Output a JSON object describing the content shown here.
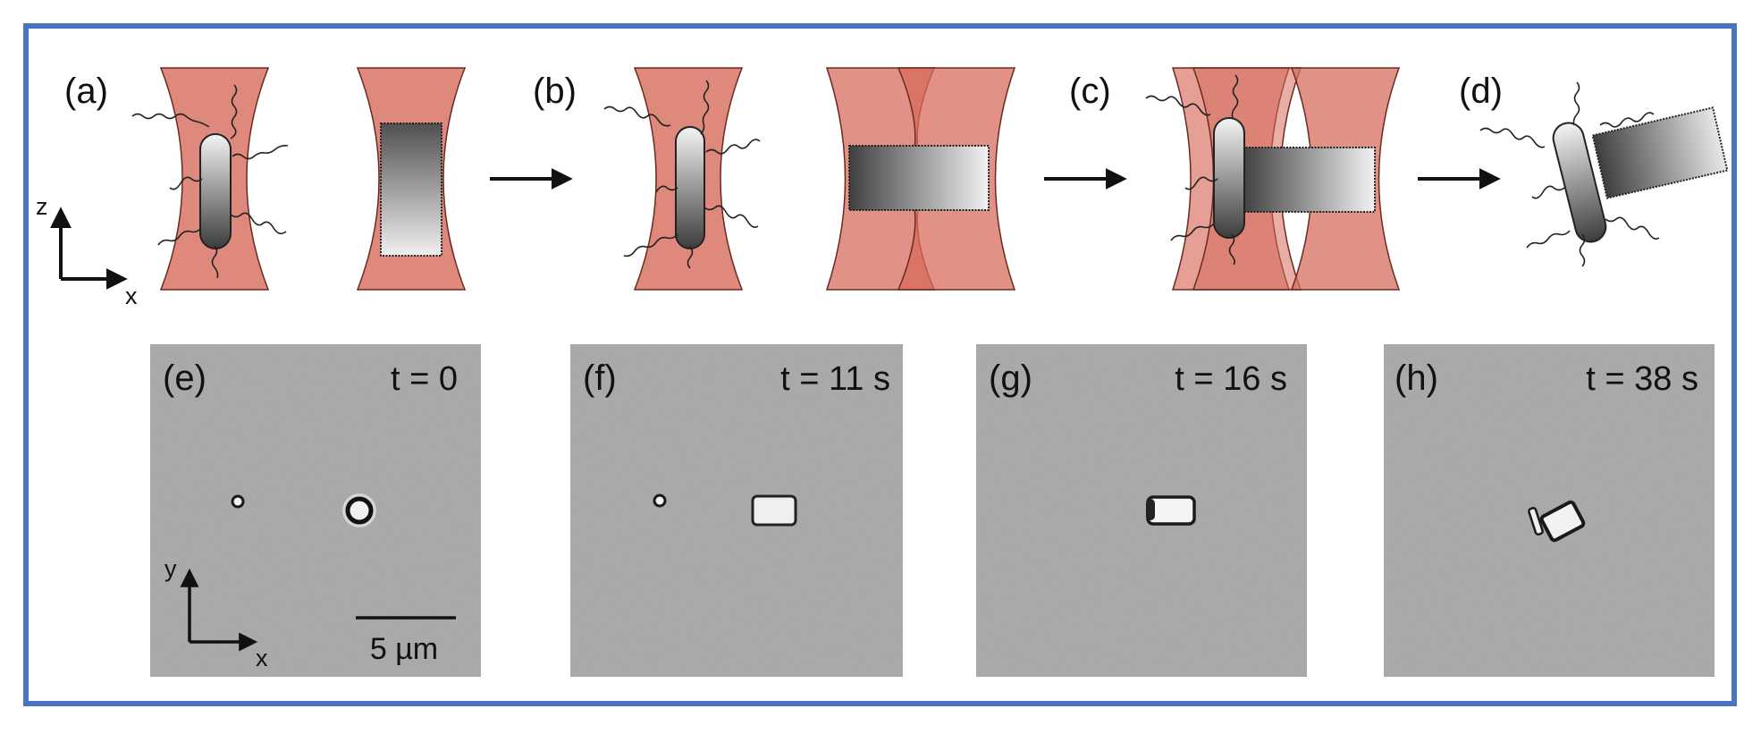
{
  "colors": {
    "frame": "#4a73c4",
    "beam": "#d76c5c",
    "micrograph_bg": "#a6a6a6"
  },
  "schematic": {
    "panels": [
      {
        "label": "(a)"
      },
      {
        "label": "(b)"
      },
      {
        "label": "(c)"
      },
      {
        "label": "(d)"
      }
    ],
    "axis_z": "z",
    "axis_x": "x"
  },
  "micrographs": [
    {
      "label": "(e)",
      "time": "t = 0"
    },
    {
      "label": "(f)",
      "time": "t = 11 s"
    },
    {
      "label": "(g)",
      "time": "t = 16 s"
    },
    {
      "label": "(h)",
      "time": "t = 38 s"
    }
  ],
  "micro_axes": {
    "y": "y",
    "x": "x"
  },
  "scale_bar": {
    "label": "5 µm"
  }
}
